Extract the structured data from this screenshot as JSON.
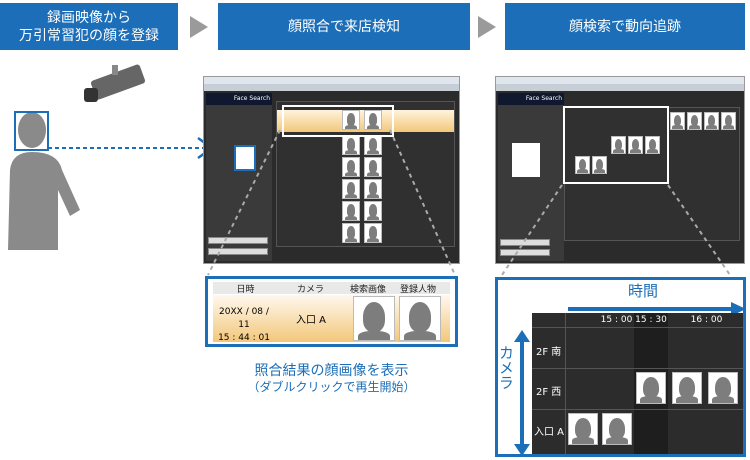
{
  "banners": [
    "録画映像から\n万引常習犯の顔を登録",
    "顔照合で来店検知",
    "顔検索で動向追跡"
  ],
  "app": {
    "logo_text": "Face Search"
  },
  "match_result": {
    "headers": [
      "日時",
      "カメラ",
      "検索画像",
      "登録人物"
    ],
    "datetime_line1": "20XX / 08 / 11",
    "datetime_line2": "15 : 44 : 01",
    "camera": "入口 A",
    "caption_line1": "照合結果の顔画像を表示",
    "caption_line2": "（ダブルクリックで再生開始）"
  },
  "tracking": {
    "time_axis_label": "時間",
    "camera_axis_label": "カメラ",
    "times": [
      "15 : 00",
      "15 : 30",
      "16 : 00"
    ],
    "cameras": [
      "2F 南",
      "2F 西",
      "入口 A"
    ]
  },
  "colors": {
    "accent": "#1b6eb7",
    "highlight": "#f3c77a"
  }
}
